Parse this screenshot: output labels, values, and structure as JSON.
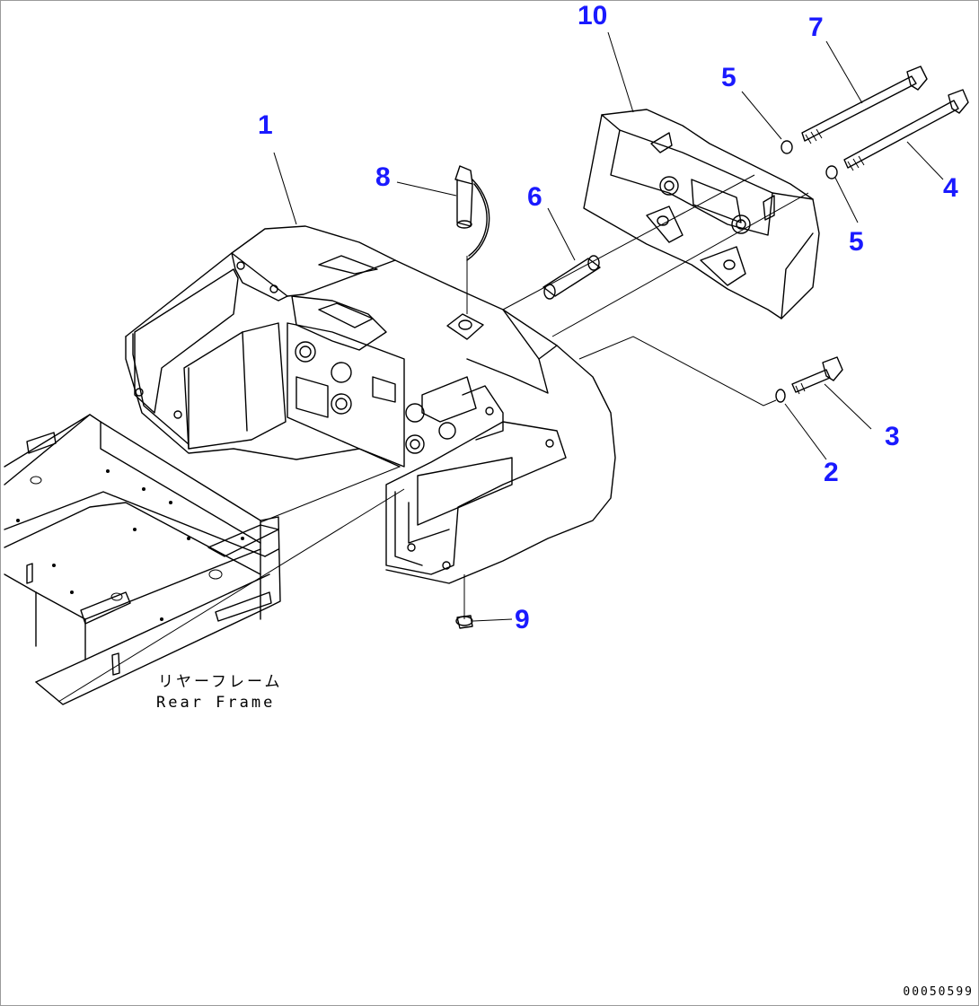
{
  "callout_color": "#1a1aff",
  "callouts": {
    "c1": "1",
    "c2": "2",
    "c3": "3",
    "c4": "4",
    "c5a": "5",
    "c5b": "5",
    "c6": "6",
    "c7": "7",
    "c8": "8",
    "c9": "9",
    "c10": "10"
  },
  "caption": {
    "jp": "リヤーフレーム",
    "en": "Rear Frame"
  },
  "document_number": "00050599"
}
